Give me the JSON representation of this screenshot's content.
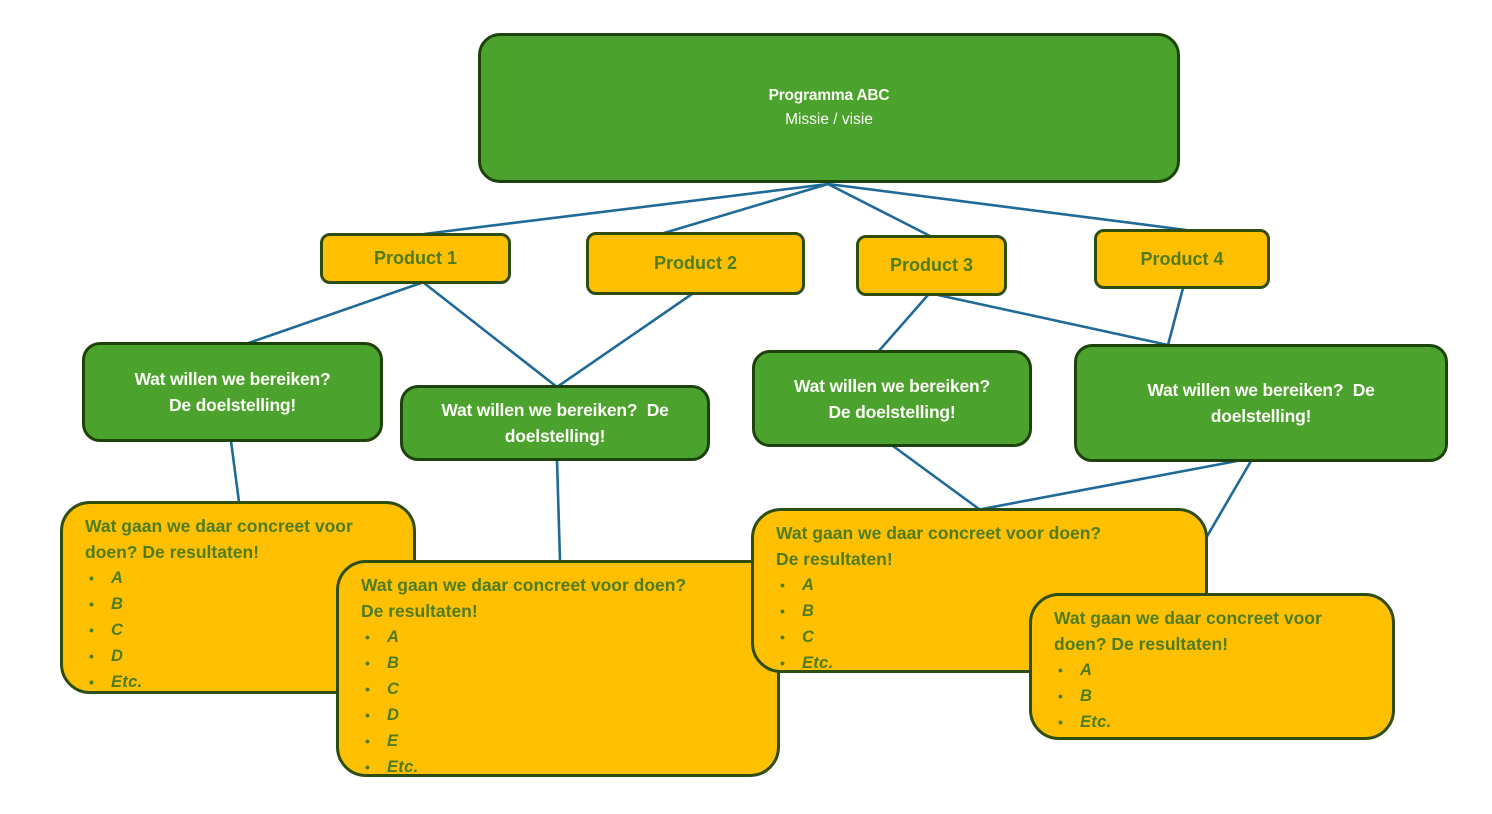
{
  "diagram": {
    "root": {
      "title": "Programma ABC",
      "subtitle": "Missie / visie"
    },
    "products": [
      {
        "label": "Product 1"
      },
      {
        "label": "Product 2"
      },
      {
        "label": "Product 3"
      },
      {
        "label": "Product 4"
      }
    ],
    "goals": [
      {
        "line1": "Wat willen we bereiken?",
        "line2": "De doelstelling!"
      },
      {
        "line1": "Wat willen we bereiken?  De",
        "line2": "doelstelling!"
      },
      {
        "line1": "Wat willen we bereiken?",
        "line2": "De doelstelling!"
      },
      {
        "line1": "Wat willen we bereiken?  De",
        "line2": "doelstelling!"
      }
    ],
    "results": [
      {
        "line1": "Wat gaan we daar concreet voor",
        "line2": "doen? De resultaten!",
        "items": [
          "A",
          "B",
          "C",
          "D",
          "Etc."
        ]
      },
      {
        "line1": "Wat gaan we daar concreet voor doen?",
        "line2": "De resultaten!",
        "items": [
          "A",
          "B",
          "C",
          "D",
          "E",
          "Etc."
        ]
      },
      {
        "line1": "Wat gaan we daar concreet voor doen?",
        "line2": "De resultaten!",
        "items": [
          "A",
          "B",
          "C",
          "Etc."
        ]
      },
      {
        "line1": "Wat gaan we daar concreet voor",
        "line2": "doen? De resultaten!",
        "items": [
          "A",
          "B",
          "Etc."
        ]
      }
    ],
    "colors": {
      "green": "#4BA32D",
      "green_border": "#1D430A",
      "yellow": "#FEC000",
      "yellow_border": "#2E4D10",
      "text_on_yellow": "#4E7C1F",
      "text_on_green": "#FBFDF6",
      "connector": "#1F6A96"
    }
  }
}
